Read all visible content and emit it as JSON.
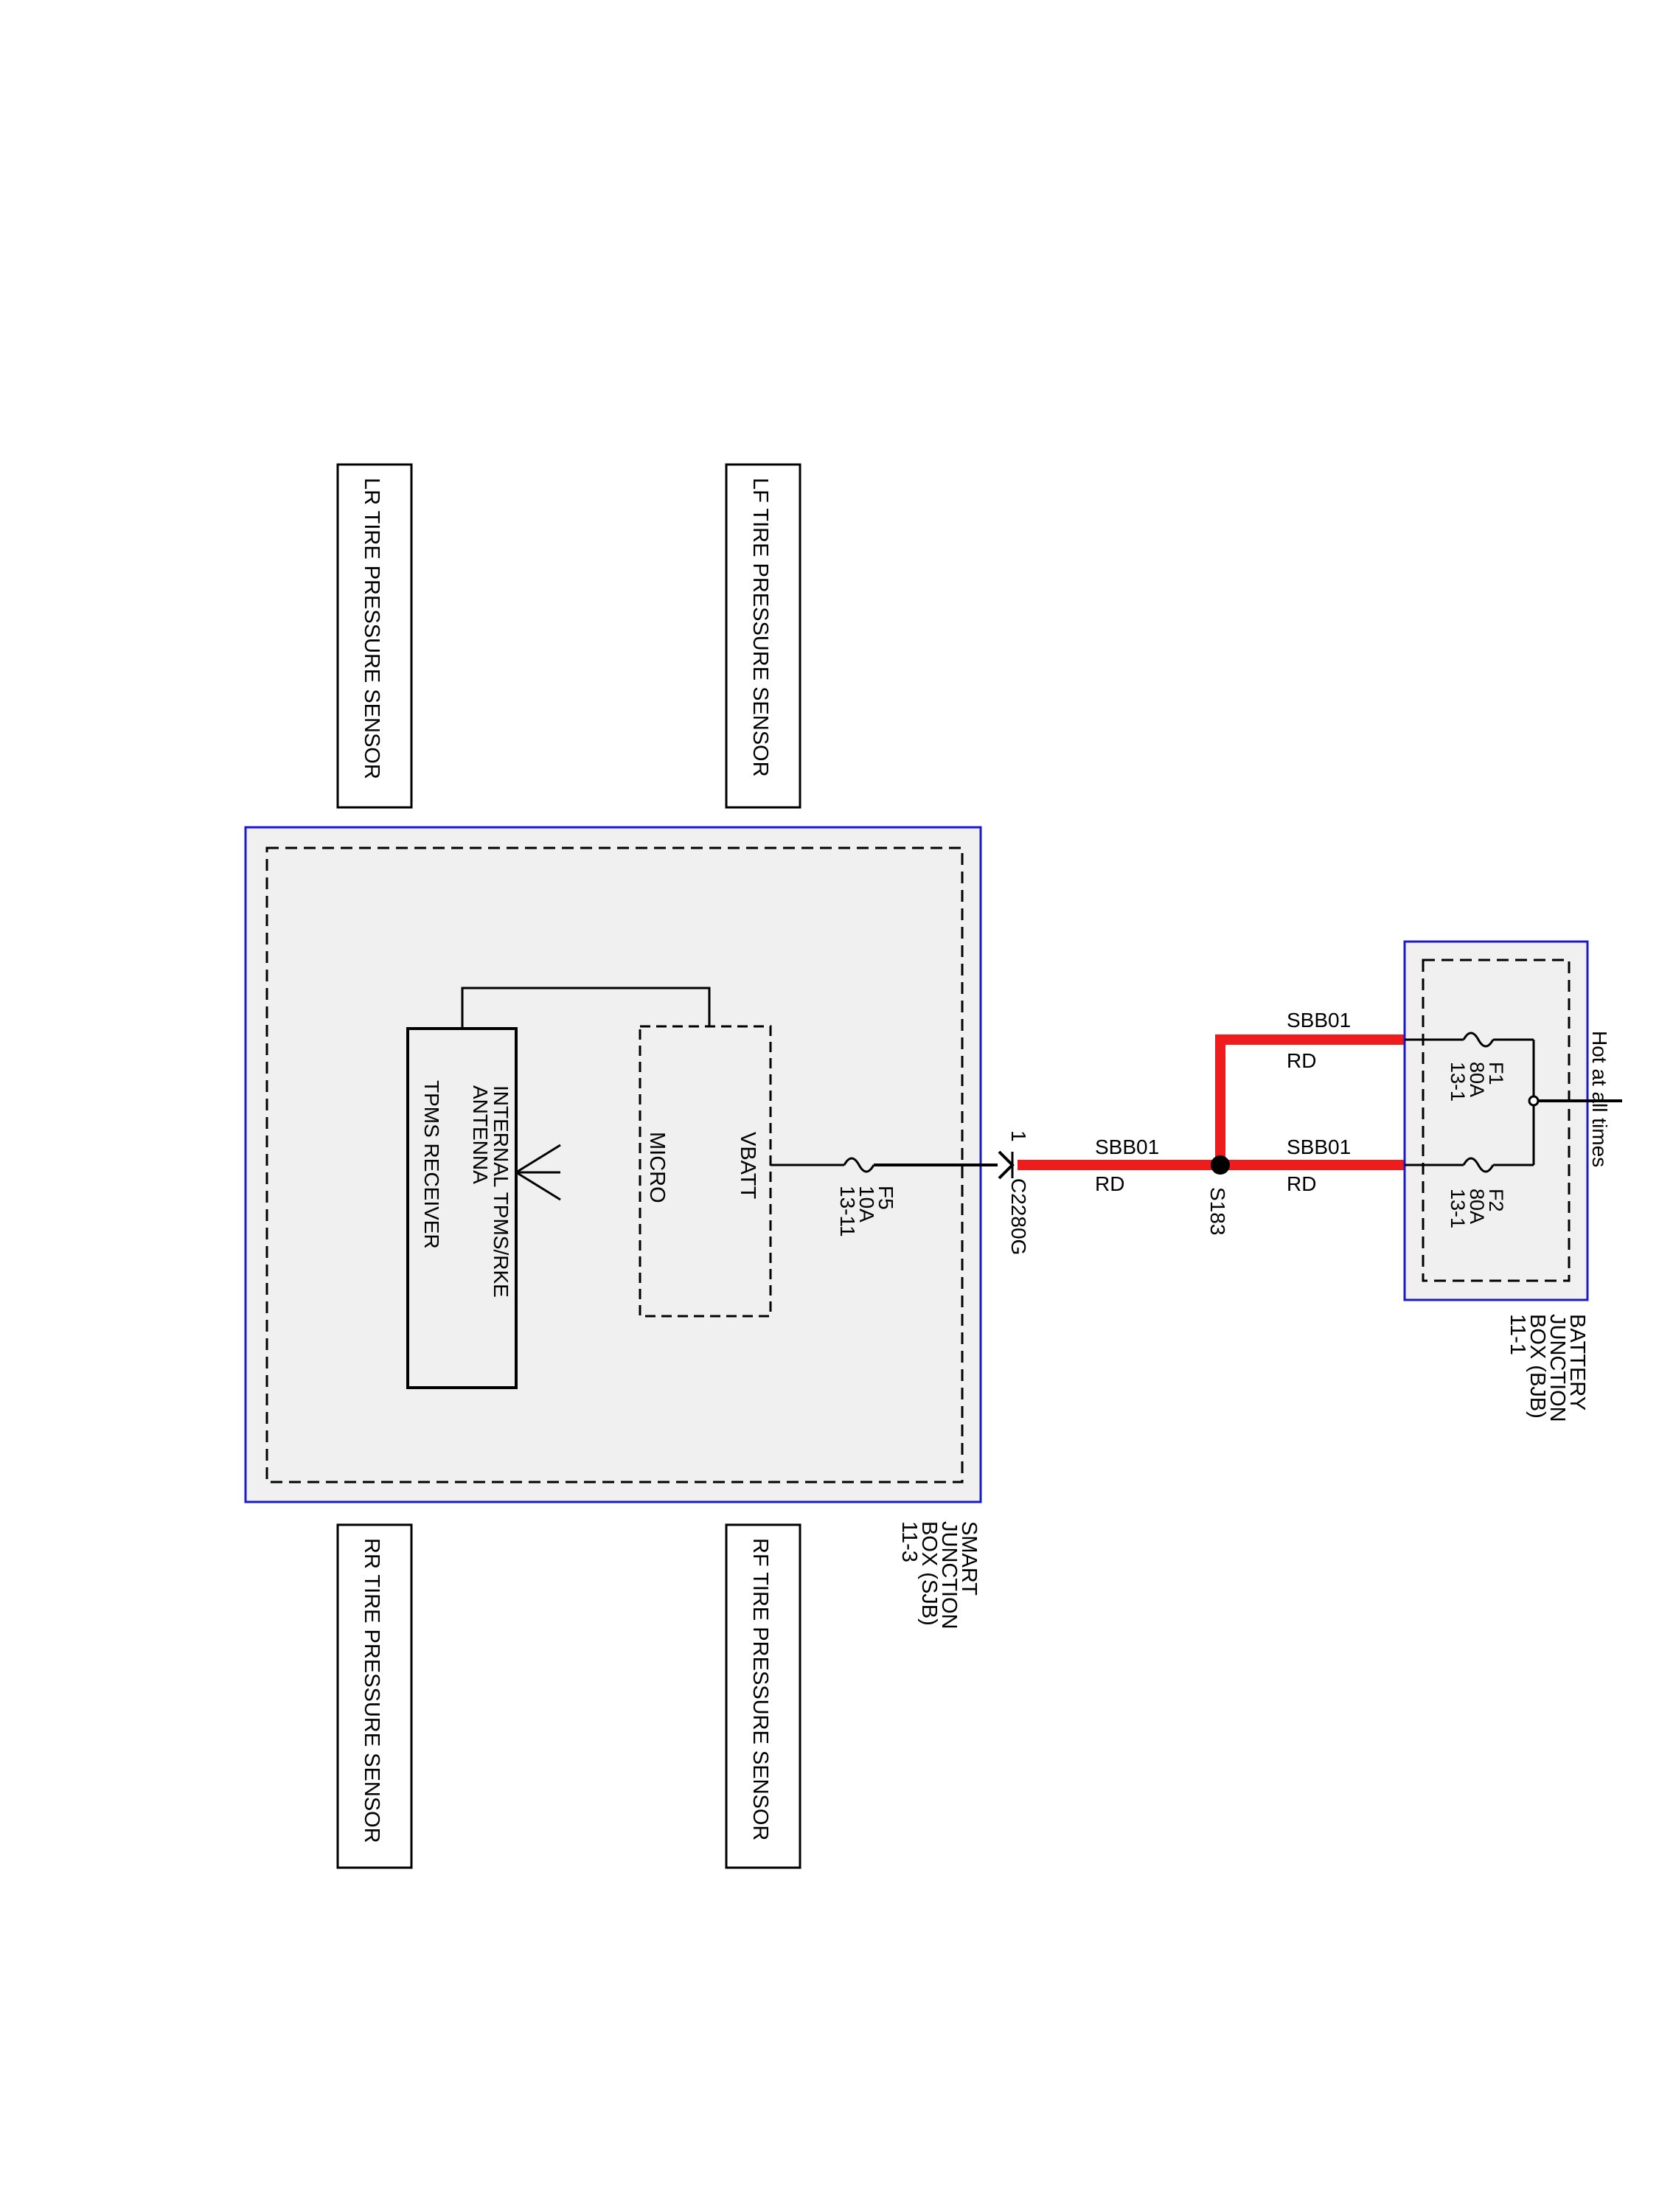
{
  "sensors": {
    "lr": "LR TIRE PRESSURE SENSOR",
    "lf": "LF TIRE PRESSURE SENSOR",
    "rr": "RR TIRE PRESSURE SENSOR",
    "rf": "RF TIRE PRESSURE SENSOR"
  },
  "sjb": {
    "name_lines": [
      "SMART",
      "JUNCTION",
      "BOX (SJB)",
      "11-3"
    ],
    "receiver_lines": [
      "INTERNAL TPMS/RKE",
      "ANTENNA",
      "TPMS RECEIVER"
    ],
    "micro": "MICRO",
    "vbatt": "VBATT",
    "fuse_f5_lines": [
      "F5",
      "10A",
      "13-11"
    ],
    "connector_pin": "1",
    "connector_id": "C2280G"
  },
  "splice": "S183",
  "wires": [
    {
      "circuit": "SBB01",
      "color_code": "RD"
    },
    {
      "circuit": "SBB01",
      "color_code": "RD"
    },
    {
      "circuit": "SBB01",
      "color_code": "RD"
    }
  ],
  "bjb": {
    "name_lines": [
      "BATTERY",
      "JUNCTION",
      "BOX (BJB)",
      "11-1"
    ],
    "fuse_f1_lines": [
      "F1",
      "80A",
      "13-1"
    ],
    "fuse_f2_lines": [
      "F2",
      "80A",
      "13-1"
    ],
    "hot_label": "Hot at all times"
  },
  "colors": {
    "power_wire": "#ee1c1c",
    "module_border": "#1a1acc",
    "module_fill": "#f0f0f0"
  }
}
